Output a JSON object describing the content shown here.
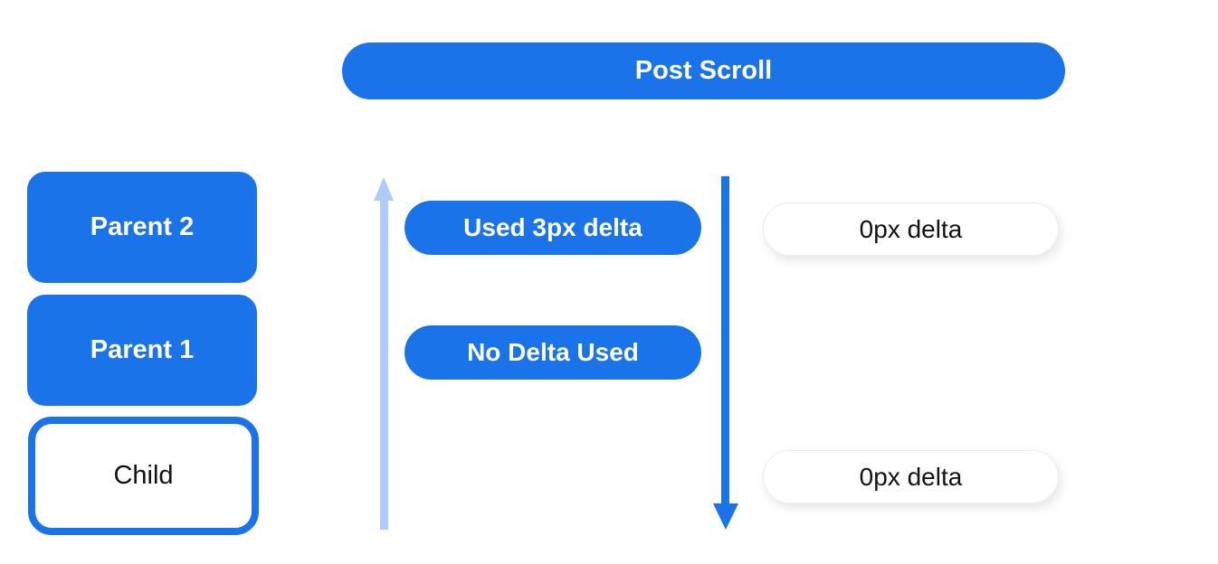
{
  "diagram": {
    "title_pill": {
      "label": "Post Scroll"
    },
    "parents": [
      {
        "label": "Parent 2"
      },
      {
        "label": "Parent 1"
      }
    ],
    "child": {
      "label": "Child"
    },
    "middle_pills": [
      {
        "label": "Used 3px delta"
      },
      {
        "label": "No Delta Used"
      }
    ],
    "right_pills": [
      {
        "label": "0px delta"
      },
      {
        "label": "0px delta"
      }
    ],
    "arrows": [
      {
        "name": "up-arrow",
        "direction": "up",
        "color": "#aecbfa"
      },
      {
        "name": "down-arrow",
        "direction": "down",
        "color": "#1a73e8"
      }
    ],
    "colors": {
      "primary_blue": "#1a73e8",
      "light_blue": "#aecbfa",
      "pill_text_light": "#ffffff",
      "pill_text_dark": "#121212",
      "background": "#ffffff"
    }
  }
}
